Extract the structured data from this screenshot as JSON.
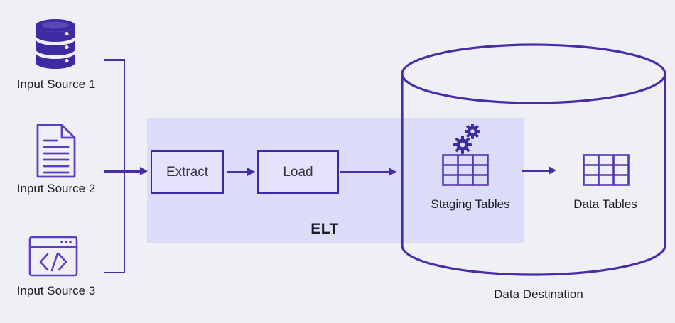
{
  "diagram": {
    "sources": [
      {
        "id": "source-1",
        "label": "Input Source 1",
        "icon": "database-icon"
      },
      {
        "id": "source-2",
        "label": "Input Source 2",
        "icon": "document-icon"
      },
      {
        "id": "source-3",
        "label": "Input Source 3",
        "icon": "code-window-icon"
      }
    ],
    "process": {
      "label": "ELT",
      "steps": [
        {
          "label": "Extract"
        },
        {
          "label": "Load"
        }
      ]
    },
    "destination": {
      "label": "Data Destination",
      "staging": {
        "label": "Staging Tables",
        "icons": [
          "gears-icon",
          "table-grid-icon"
        ]
      },
      "tables": {
        "label": "Data Tables",
        "icon": "table-grid-icon"
      }
    },
    "colors": {
      "background": "#eff0f6",
      "panel": "#dbdcf7",
      "purple_solid": "#3e2ba3",
      "purple_stroke": "#4a2ca8",
      "purple_icon": "#5d3ec2",
      "text": "#1d1c24"
    }
  }
}
